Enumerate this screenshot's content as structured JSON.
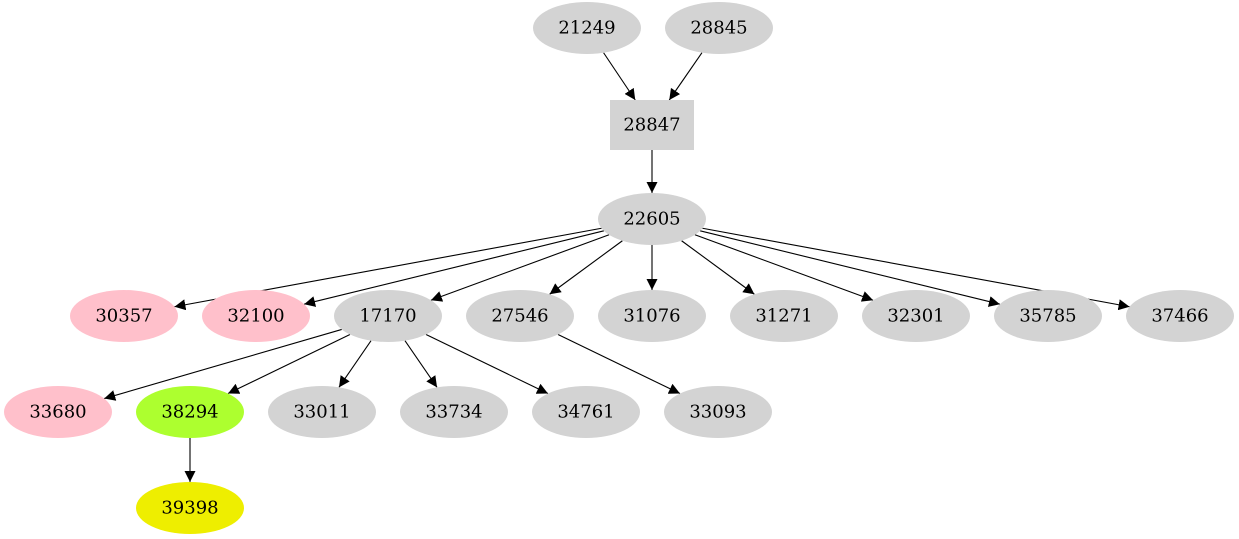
{
  "colors": {
    "default": "#d3d3d3",
    "pink": "#ffc0cb",
    "green": "#adff2f",
    "yellow": "#eeee00",
    "edge": "#000000"
  },
  "nodes": [
    {
      "id": "n21249",
      "label": "21249",
      "shape": "ellipse",
      "color": "default"
    },
    {
      "id": "n28845",
      "label": "28845",
      "shape": "ellipse",
      "color": "default"
    },
    {
      "id": "n28847",
      "label": "28847",
      "shape": "box",
      "color": "default"
    },
    {
      "id": "n22605",
      "label": "22605",
      "shape": "ellipse",
      "color": "default"
    },
    {
      "id": "n30357",
      "label": "30357",
      "shape": "ellipse",
      "color": "pink"
    },
    {
      "id": "n32100",
      "label": "32100",
      "shape": "ellipse",
      "color": "pink"
    },
    {
      "id": "n17170",
      "label": "17170",
      "shape": "ellipse",
      "color": "default"
    },
    {
      "id": "n27546",
      "label": "27546",
      "shape": "ellipse",
      "color": "default"
    },
    {
      "id": "n31076",
      "label": "31076",
      "shape": "ellipse",
      "color": "default"
    },
    {
      "id": "n31271",
      "label": "31271",
      "shape": "ellipse",
      "color": "default"
    },
    {
      "id": "n32301",
      "label": "32301",
      "shape": "ellipse",
      "color": "default"
    },
    {
      "id": "n35785",
      "label": "35785",
      "shape": "ellipse",
      "color": "default"
    },
    {
      "id": "n37466",
      "label": "37466",
      "shape": "ellipse",
      "color": "default"
    },
    {
      "id": "n33680",
      "label": "33680",
      "shape": "ellipse",
      "color": "pink"
    },
    {
      "id": "n38294",
      "label": "38294",
      "shape": "ellipse",
      "color": "green"
    },
    {
      "id": "n33011",
      "label": "33011",
      "shape": "ellipse",
      "color": "default"
    },
    {
      "id": "n33734",
      "label": "33734",
      "shape": "ellipse",
      "color": "default"
    },
    {
      "id": "n34761",
      "label": "34761",
      "shape": "ellipse",
      "color": "default"
    },
    {
      "id": "n33093",
      "label": "33093",
      "shape": "ellipse",
      "color": "default"
    },
    {
      "id": "n39398",
      "label": "39398",
      "shape": "ellipse",
      "color": "yellow"
    }
  ],
  "edges": [
    {
      "from": "n21249",
      "to": "n28847"
    },
    {
      "from": "n28845",
      "to": "n28847"
    },
    {
      "from": "n28847",
      "to": "n22605"
    },
    {
      "from": "n22605",
      "to": "n30357"
    },
    {
      "from": "n22605",
      "to": "n32100"
    },
    {
      "from": "n22605",
      "to": "n17170"
    },
    {
      "from": "n22605",
      "to": "n27546"
    },
    {
      "from": "n22605",
      "to": "n31076"
    },
    {
      "from": "n22605",
      "to": "n31271"
    },
    {
      "from": "n22605",
      "to": "n32301"
    },
    {
      "from": "n22605",
      "to": "n35785"
    },
    {
      "from": "n22605",
      "to": "n37466"
    },
    {
      "from": "n17170",
      "to": "n33680"
    },
    {
      "from": "n17170",
      "to": "n38294"
    },
    {
      "from": "n17170",
      "to": "n33011"
    },
    {
      "from": "n17170",
      "to": "n33734"
    },
    {
      "from": "n17170",
      "to": "n34761"
    },
    {
      "from": "n27546",
      "to": "n33093"
    },
    {
      "from": "n38294",
      "to": "n39398"
    }
  ]
}
